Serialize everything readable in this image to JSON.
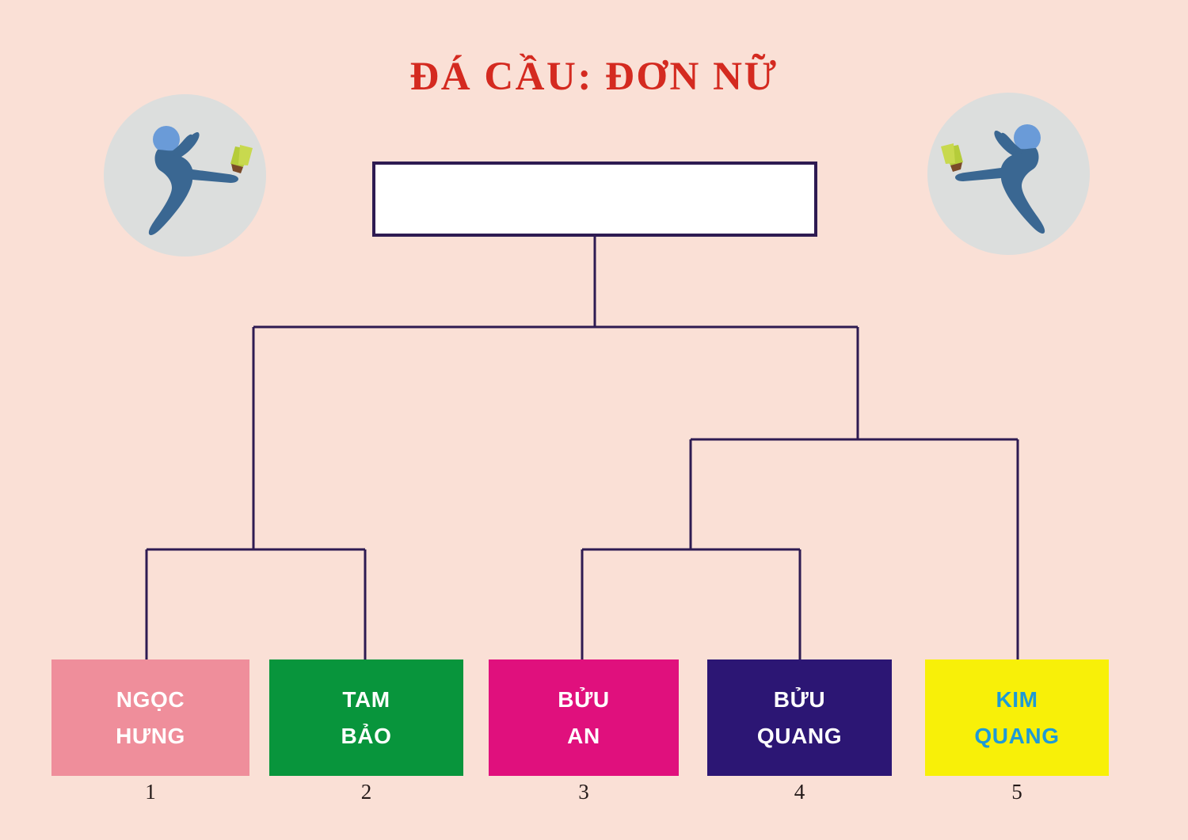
{
  "page": {
    "title": "ĐÁ CẦU: ĐƠN NỮ",
    "background_color": "#FAE0D6",
    "title_color": "#D42A20",
    "line_color": "#2E1B52"
  },
  "icons": {
    "left": "shuttlecock-kick-player-icon",
    "right": "shuttlecock-kick-player-icon-mirrored",
    "circle_color": "#DCDEDD",
    "body_color": "#3A6792",
    "head_color": "#6A9BD8",
    "shuttle_color": "#B5CC3A"
  },
  "champion_box": {
    "label": "",
    "fill": "#FFFFFF",
    "border_color": "#2E1B52"
  },
  "bracket": {
    "type": "single-elimination",
    "rounds": 3,
    "players": [
      {
        "seed": "1",
        "name_line1": "NGỌC",
        "name_line2": "HƯNG",
        "full_name": "NGỌC HƯNG",
        "box_color": "#EF8E9B",
        "text_color": "#FFFFFF"
      },
      {
        "seed": "2",
        "name_line1": "TAM",
        "name_line2": "BẢO",
        "full_name": "TAM BẢO",
        "box_color": "#08953C",
        "text_color": "#FFFFFF"
      },
      {
        "seed": "3",
        "name_line1": "BỬU",
        "name_line2": "AN",
        "full_name": "BỬU AN",
        "box_color": "#E0107D",
        "text_color": "#FFFFFF"
      },
      {
        "seed": "4",
        "name_line1": "BỬU",
        "name_line2": "QUANG",
        "full_name": "BỬU QUANG",
        "box_color": "#2C1674",
        "text_color": "#FFFFFF"
      },
      {
        "seed": "5",
        "name_line1": "KIM",
        "name_line2": "QUANG",
        "full_name": "KIM QUANG",
        "box_color": "#F8F008",
        "text_color": "#1E9AD6"
      }
    ],
    "matches": [
      {
        "round": "quarterfinal",
        "players": [
          "1",
          "2"
        ]
      },
      {
        "round": "quarterfinal",
        "players": [
          "3",
          "4"
        ]
      },
      {
        "round": "semifinal",
        "players": [
          "winner-1-2-bye",
          "winner-3-4",
          "5"
        ]
      },
      {
        "round": "final",
        "players": [
          "winner-left",
          "winner-right"
        ]
      }
    ]
  }
}
